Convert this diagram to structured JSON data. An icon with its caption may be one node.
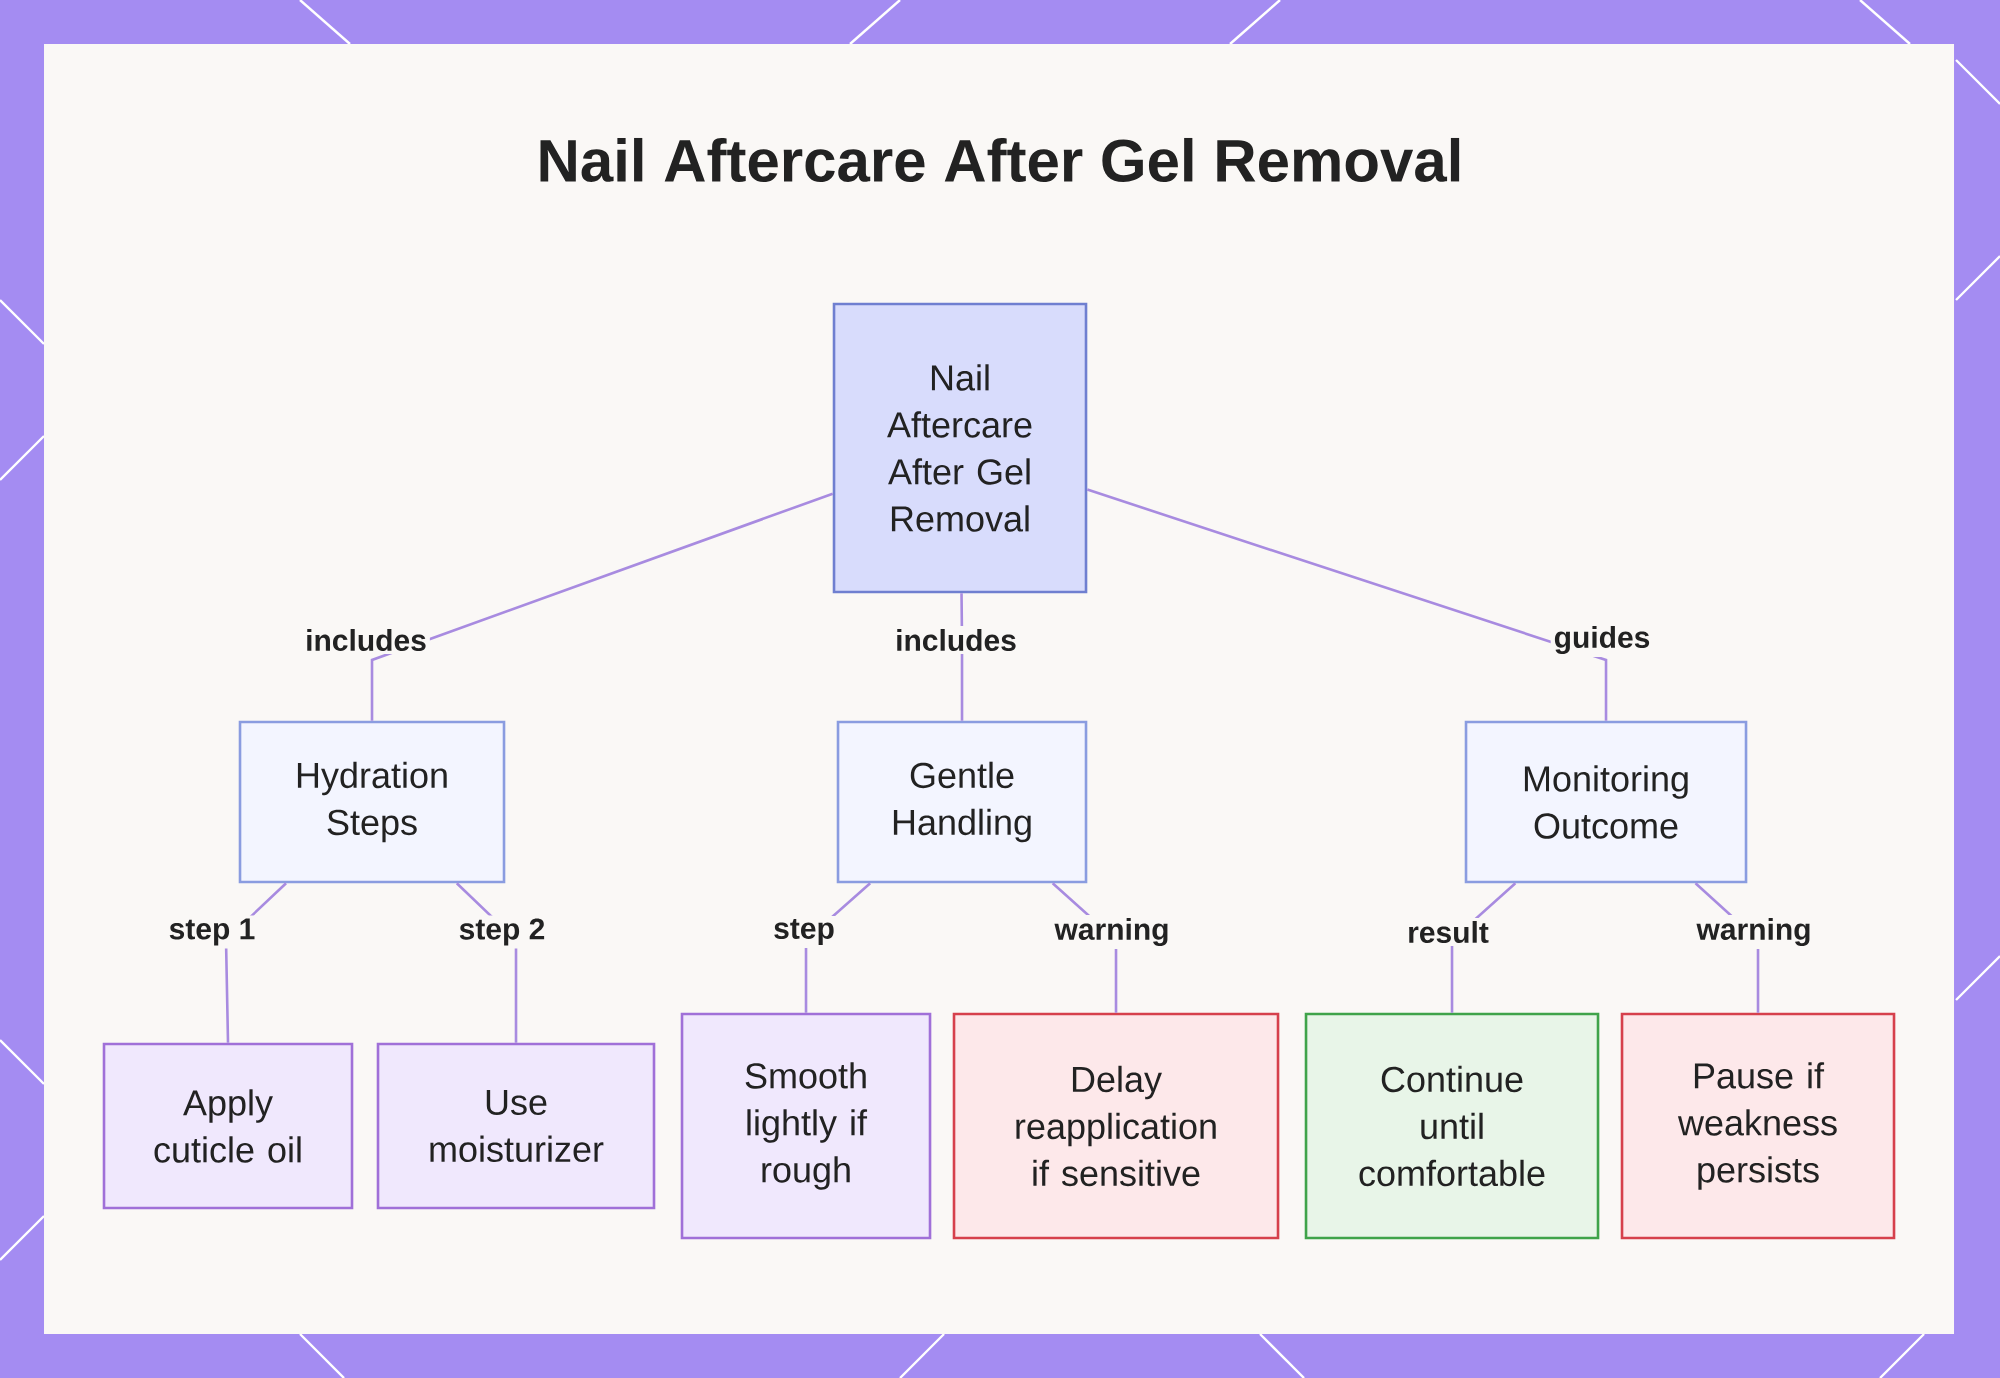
{
  "diagram": {
    "title": "Nail Aftercare After Gel Removal",
    "nodes": [
      {
        "text": [
          "Nail Aftercare After Gel Removal"
        ]
      },
      {
        "text": [
          "Hydration Steps"
        ]
      },
      {
        "text": [
          "Gentle Handling"
        ]
      },
      {
        "text": [
          "Monitoring Outcome"
        ]
      },
      {
        "text": [
          "Apply cuticle oil"
        ]
      },
      {
        "text": [
          "Use moisturizer"
        ]
      },
      {
        "text": [
          "Smooth lightly if rough"
        ]
      },
      {
        "text": [
          "Delay reapplication if sensitive"
        ]
      },
      {
        "text": [
          "Continue until comfortable"
        ]
      },
      {
        "text": [
          "Pause if weakness persists"
        ]
      }
    ],
    "edges": [
      {
        "from": 0,
        "to": 1,
        "arrow": "none",
        "label": "includes"
      },
      {
        "from": 0,
        "to": 2,
        "arrow": "none",
        "label": "includes"
      },
      {
        "from": 0,
        "to": 3,
        "arrow": "none",
        "label": "guides"
      },
      {
        "from": 1,
        "to": 4,
        "arrow": "none",
        "label": "step 1"
      },
      {
        "from": 1,
        "to": 5,
        "arrow": "none",
        "label": "step 2"
      },
      {
        "from": 2,
        "to": 6,
        "arrow": "none",
        "label": "step"
      },
      {
        "from": 2,
        "to": 7,
        "arrow": "none",
        "label": "warning"
      },
      {
        "from": 3,
        "to": 8,
        "arrow": "none",
        "label": "result"
      },
      {
        "from": 3,
        "to": 9,
        "arrow": "none",
        "label": "warning"
      }
    ]
  }
}
